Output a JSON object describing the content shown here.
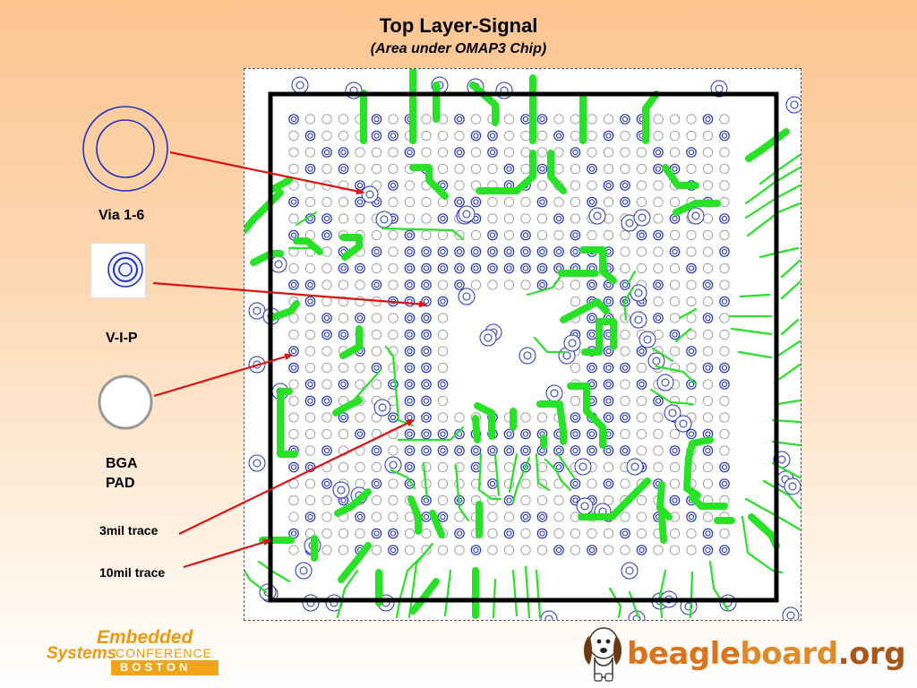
{
  "title": "Top Layer-Signal",
  "subtitle": "(Area under OMAP3 Chip)",
  "labels": {
    "via": "Via 1-6",
    "vip": "V-I-P",
    "bga_line1": "BGA",
    "bga_line2": "PAD",
    "trace_3mil": "3mil trace",
    "trace_10mil": "10mil trace"
  },
  "logos": {
    "esc": {
      "line1": "Embedded",
      "line2": "Systems",
      "line3": "CONFERENCE",
      "line4": "BOSTON"
    },
    "beagleboard": {
      "part1": "beagle",
      "part2": "board",
      "part3": ".org"
    }
  },
  "colors": {
    "trace": "#27e227",
    "via": "#2233bb",
    "pad": "#999999",
    "arrow": "#dd1111",
    "outline": "#000000"
  }
}
